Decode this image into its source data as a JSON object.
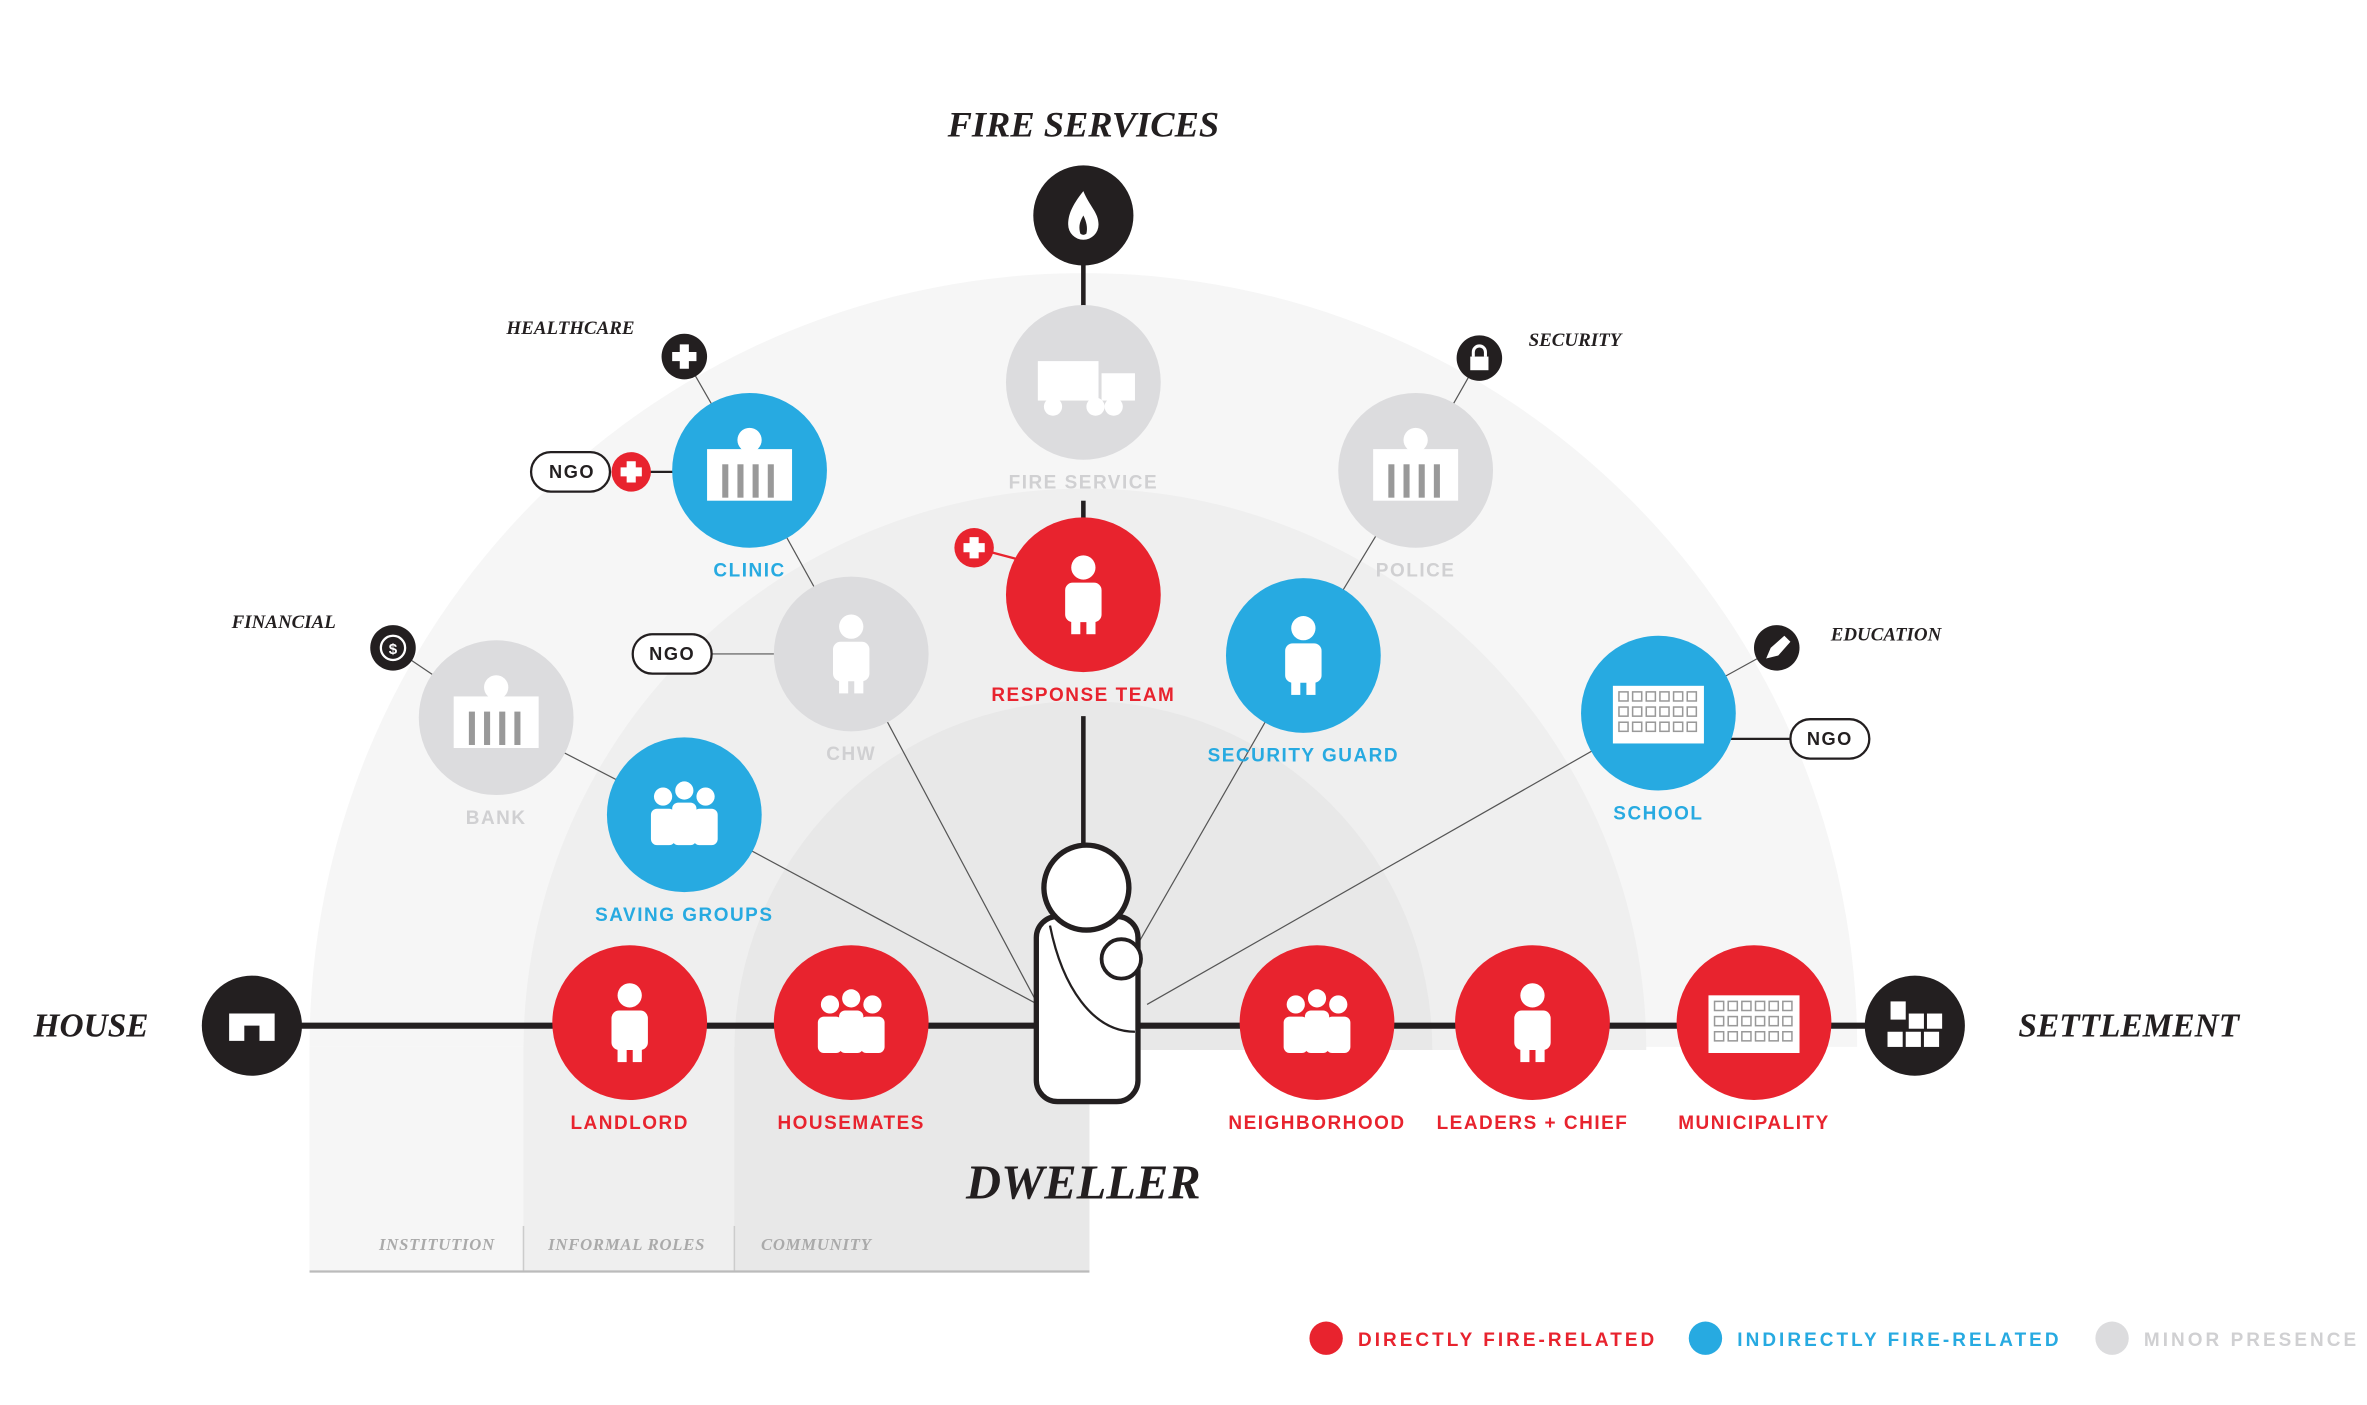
{
  "title": "FIRE SERVICES",
  "center_label": "DWELLER",
  "anchors": {
    "house": "HOUSE",
    "settlement": "SETTLEMENT"
  },
  "categories": {
    "healthcare": "HEALTHCARE",
    "security": "SECURITY",
    "financial": "FINANCIAL",
    "education": "EDUCATION"
  },
  "ngo_label": "NGO",
  "nodes": [
    {
      "id": "fire-service",
      "label": "FIRE SERVICE",
      "type": "minor"
    },
    {
      "id": "clinic",
      "label": "CLINIC",
      "type": "indirect"
    },
    {
      "id": "police",
      "label": "POLICE",
      "type": "minor"
    },
    {
      "id": "response-team",
      "label": "RESPONSE TEAM",
      "type": "direct"
    },
    {
      "id": "chw",
      "label": "CHW",
      "type": "minor"
    },
    {
      "id": "security-guard",
      "label": "SECURITY GUARD",
      "type": "indirect"
    },
    {
      "id": "bank",
      "label": "BANK",
      "type": "minor"
    },
    {
      "id": "saving-groups",
      "label": "SAVING GROUPS",
      "type": "indirect"
    },
    {
      "id": "school",
      "label": "SCHOOL",
      "type": "indirect"
    },
    {
      "id": "landlord",
      "label": "LANDLORD",
      "type": "direct"
    },
    {
      "id": "housemates",
      "label": "HOUSEMATES",
      "type": "direct"
    },
    {
      "id": "neighborhood",
      "label": "NEIGHBORHOOD",
      "type": "direct"
    },
    {
      "id": "leaders-chief",
      "label": "LEADERS + CHIEF",
      "type": "direct"
    },
    {
      "id": "municipality",
      "label": "MUNICIPALITY",
      "type": "direct"
    }
  ],
  "bands": [
    "INSTITUTION",
    "INFORMAL ROLES",
    "COMMUNITY"
  ],
  "legend": [
    {
      "label": "DIRECTLY FIRE-RELATED",
      "type": "direct"
    },
    {
      "label": "INDIRECTLY FIRE-RELATED",
      "type": "indirect"
    },
    {
      "label": "MINOR PRESENCE",
      "type": "minor"
    }
  ],
  "colors": {
    "direct": "#e8232e",
    "indirect": "#27aae1",
    "minor": "#dcdcde",
    "minor_text": "#d0d0d2",
    "black": "#231f20"
  }
}
